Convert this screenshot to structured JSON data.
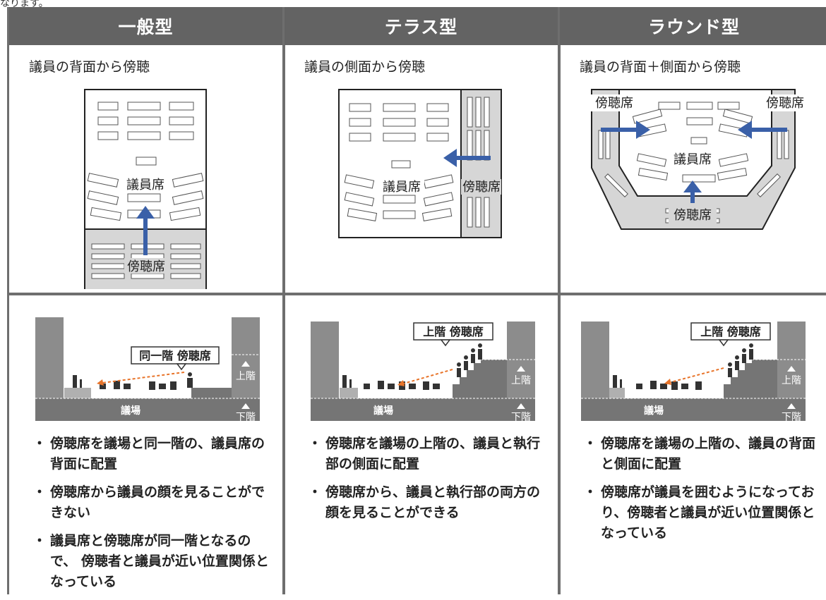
{
  "top_fragment": "なります。",
  "columns": [
    {
      "title": "一般型",
      "subtitle": "議員の背面から傍聴",
      "plan_labels": {
        "member_seats": "議員席",
        "gallery": "傍聴席"
      },
      "section_labels": {
        "gallery": "同一階 傍聴席",
        "upper": "上階",
        "floor": "議場",
        "lower": "下階"
      },
      "bullets": [
        "傍聴席を議場と同一階の、議員席の背面に配置",
        "傍聴席から議員の顔を見ることができない",
        "議員席と傍聴席が同一階となるので、 傍聴者と議員が近い位置関係となっている"
      ]
    },
    {
      "title": "テラス型",
      "subtitle": "議員の側面から傍聴",
      "plan_labels": {
        "member_seats": "議員席",
        "gallery": "傍聴席"
      },
      "section_labels": {
        "gallery": "上階 傍聴席",
        "upper": "上階",
        "floor": "議場",
        "lower": "下階"
      },
      "bullets": [
        "傍聴席を議場の上階の、議員と執行部の側面に配置",
        "傍聴席から、議員と執行部の両方の顔を見ることができる"
      ]
    },
    {
      "title": "ラウンド型",
      "subtitle": "議員の背面＋側面から傍聴",
      "plan_labels": {
        "member_seats": "議員席",
        "gallery_left": "傍聴席",
        "gallery_right": "傍聴席",
        "gallery_bottom": "傍聴席"
      },
      "section_labels": {
        "gallery": "上階 傍聴席",
        "upper": "上階",
        "floor": "議場",
        "lower": "下階"
      },
      "bullets": [
        "傍聴席を議場の上階の、議員の背面と側面に配置",
        "傍聴席が議員を囲むようになっており、傍聴者と議員が近い位置関係となっている"
      ]
    }
  ],
  "bullet_marker": "・",
  "colors": {
    "header_bg": "#636363",
    "arrow_blue": "#3a60a8",
    "gallery_gray": "#d6d6d6",
    "dotted_arrow": "#e8742a",
    "section_dark": "#757575",
    "section_wall": "#8c8c8c"
  }
}
